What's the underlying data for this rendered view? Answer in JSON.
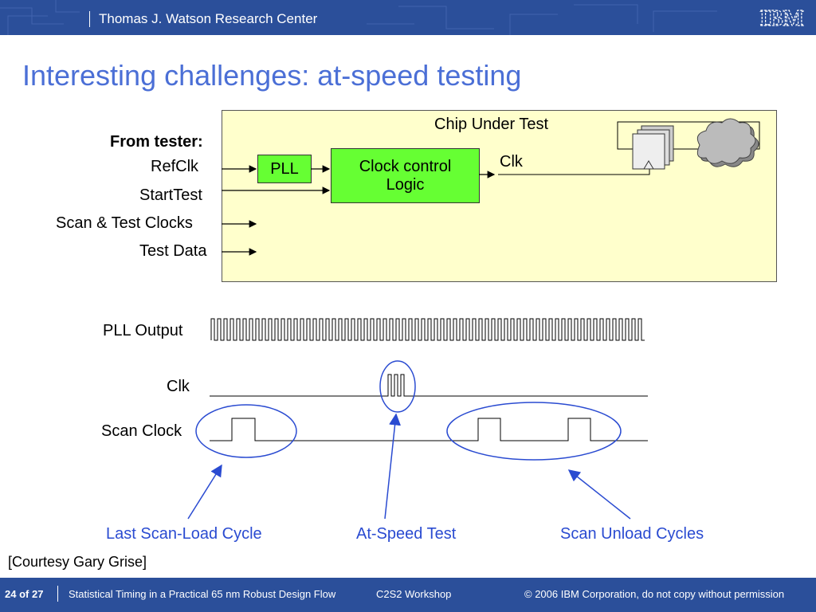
{
  "header": {
    "title": "Thomas J. Watson Research Center",
    "logo": "IBM"
  },
  "slide_title": "Interesting challenges: at-speed testing",
  "tester": {
    "heading": "From tester:",
    "signals": [
      "RefClk",
      "StartTest",
      "Scan & Test Clocks",
      "Test Data"
    ]
  },
  "chip": {
    "title": "Chip Under Test",
    "pll_label": "PLL",
    "clock_control_line1": "Clock control",
    "clock_control_line2": "Logic",
    "clk_label": "Clk"
  },
  "waveforms": {
    "pll_output": "PLL Output",
    "clk": "Clk",
    "scan_clock": "Scan Clock"
  },
  "annotations": {
    "last_scan_load": "Last Scan-Load Cycle",
    "at_speed": "At-Speed Test",
    "scan_unload": "Scan Unload Cycles"
  },
  "courtesy": "[Courtesy Gary Grise]",
  "footer": {
    "page_current": "24",
    "page_of": "of",
    "page_total": "27",
    "talk_title": "Statistical Timing in a Practical 65 nm Robust Design Flow",
    "workshop": "C2S2 Workshop",
    "copyright": "© 2006 IBM Corporation, do not copy without permission"
  },
  "colors": {
    "banner": "#2b4f9a",
    "title": "#4b6fd6",
    "box_fill": "#66ff33",
    "chip_fill": "#ffffcc",
    "annotation": "#2a4bd1"
  }
}
